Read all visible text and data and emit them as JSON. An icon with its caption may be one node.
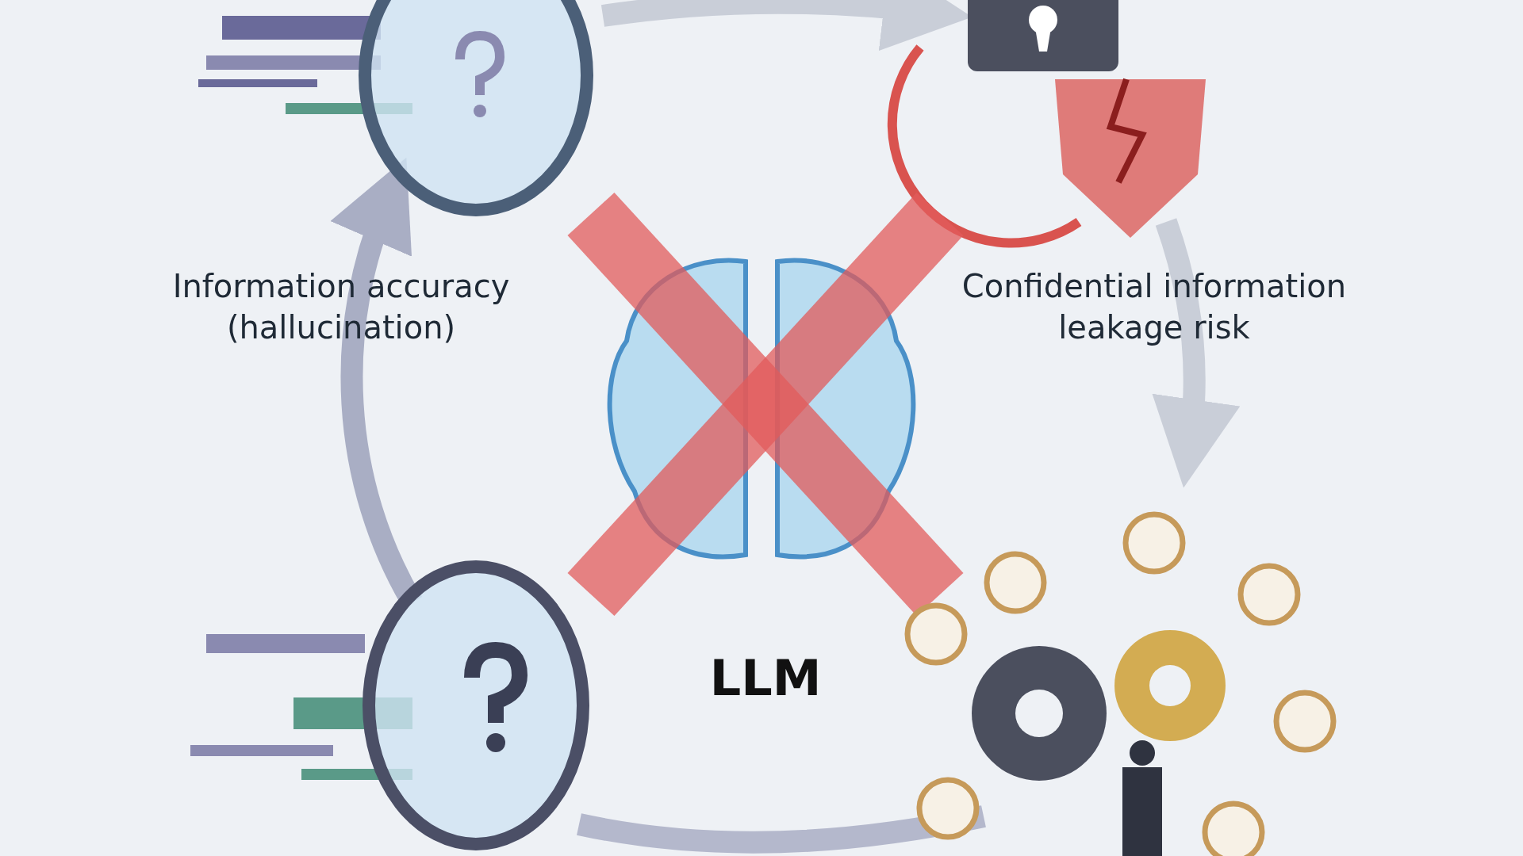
{
  "diagram": {
    "labels": [
      "Information accuracy (hallucination)",
      "Confidential information leakage risk",
      "LLM"
    ]
  }
}
